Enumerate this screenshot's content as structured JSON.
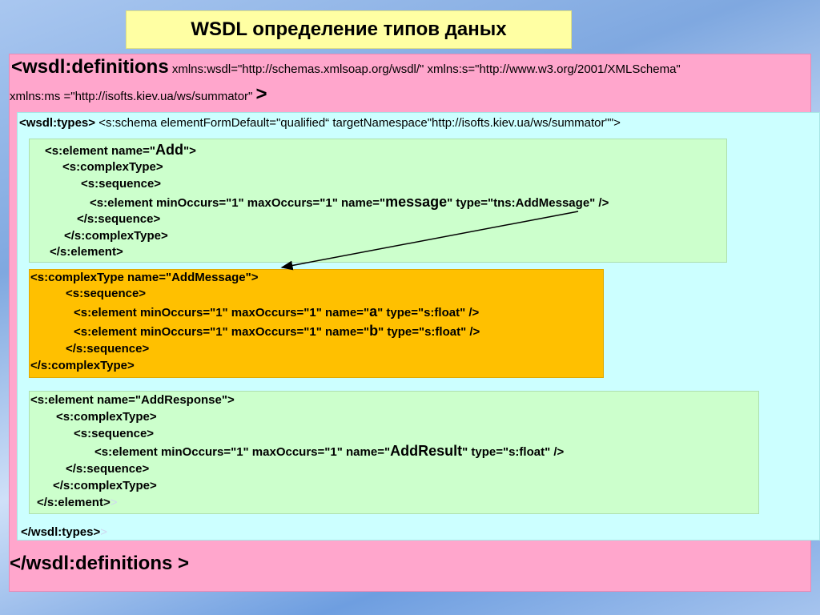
{
  "title": "WSDL определение типов даных",
  "definitions": {
    "open_tag": "<wsdl:definitions",
    "attrs_1": " xmlns:wsdl=\"http://schemas.xmlsoap.org/wsdl/\"  xmlns:s=\"http://www.w3.org/2001/XMLSchema\"",
    "attrs_2": "xmlns:ms =\"http://isofts.kiev.ua/ws/summator\" ",
    "close_bracket": ">",
    "close_tag": "</wsdl:definitions >"
  },
  "types": {
    "open_tag": "<wsdl:types>",
    "schema": " <s:schema elementFormDefault=\"qualified“ targetNamespace\"http://isofts.kiev.ua/ws/summator\"\">",
    "close_tag": "</wsdl:types>",
    "close_tail": ">"
  },
  "add_element": {
    "l1_a": "<s:element name=\"",
    "l1_name": "Add",
    "l1_b": "\">",
    "l2": "<s:complexType>",
    "l3": "<s:sequence>",
    "l4_a": "<s:element minOccurs=\"1\" maxOccurs=\"1\" name=\"",
    "l4_name": "message",
    "l4_b": "\" type=\"tns:AddMessage\" />",
    "l5": "</s:sequence>",
    "l6": "</s:complexType>",
    "l7": "</s:element>"
  },
  "add_message": {
    "l1": "<s:complexType name=\"AddMessage\">",
    "l2": "<s:sequence>",
    "l3_a": "<s:element minOccurs=\"1\" maxOccurs=\"1\" name=\"",
    "l3_name": "a",
    "l3_b": "\" type=\"s:float\" />",
    "l4_a": "<s:element minOccurs=\"1\" maxOccurs=\"1\" name=\"",
    "l4_name": "b",
    "l4_b": "\" type=\"s:float\" />",
    "l5": "</s:sequence>",
    "l6": "</s:complexType>"
  },
  "add_response": {
    "l1": "<s:element name=\"AddResponse\">",
    "l2": "<s:complexType>",
    "l3": "<s:sequence>",
    "l4_a": "<s:element minOccurs=\"1\" maxOccurs=\"1\" name=\"",
    "l4_name": "AddResult",
    "l4_b": "\" type=\"s:float\" />",
    "l5": "</s:sequence>",
    "l6": "</s:complexType>",
    "l7": "</s:element>",
    "l7_tail": ">"
  },
  "colors": {
    "title_bg": "#ffffa3",
    "definitions_bg": "#ffa6cc",
    "types_bg": "#ccffff",
    "element_bg": "#ccffcc",
    "complextype_bg": "#ffc000"
  }
}
